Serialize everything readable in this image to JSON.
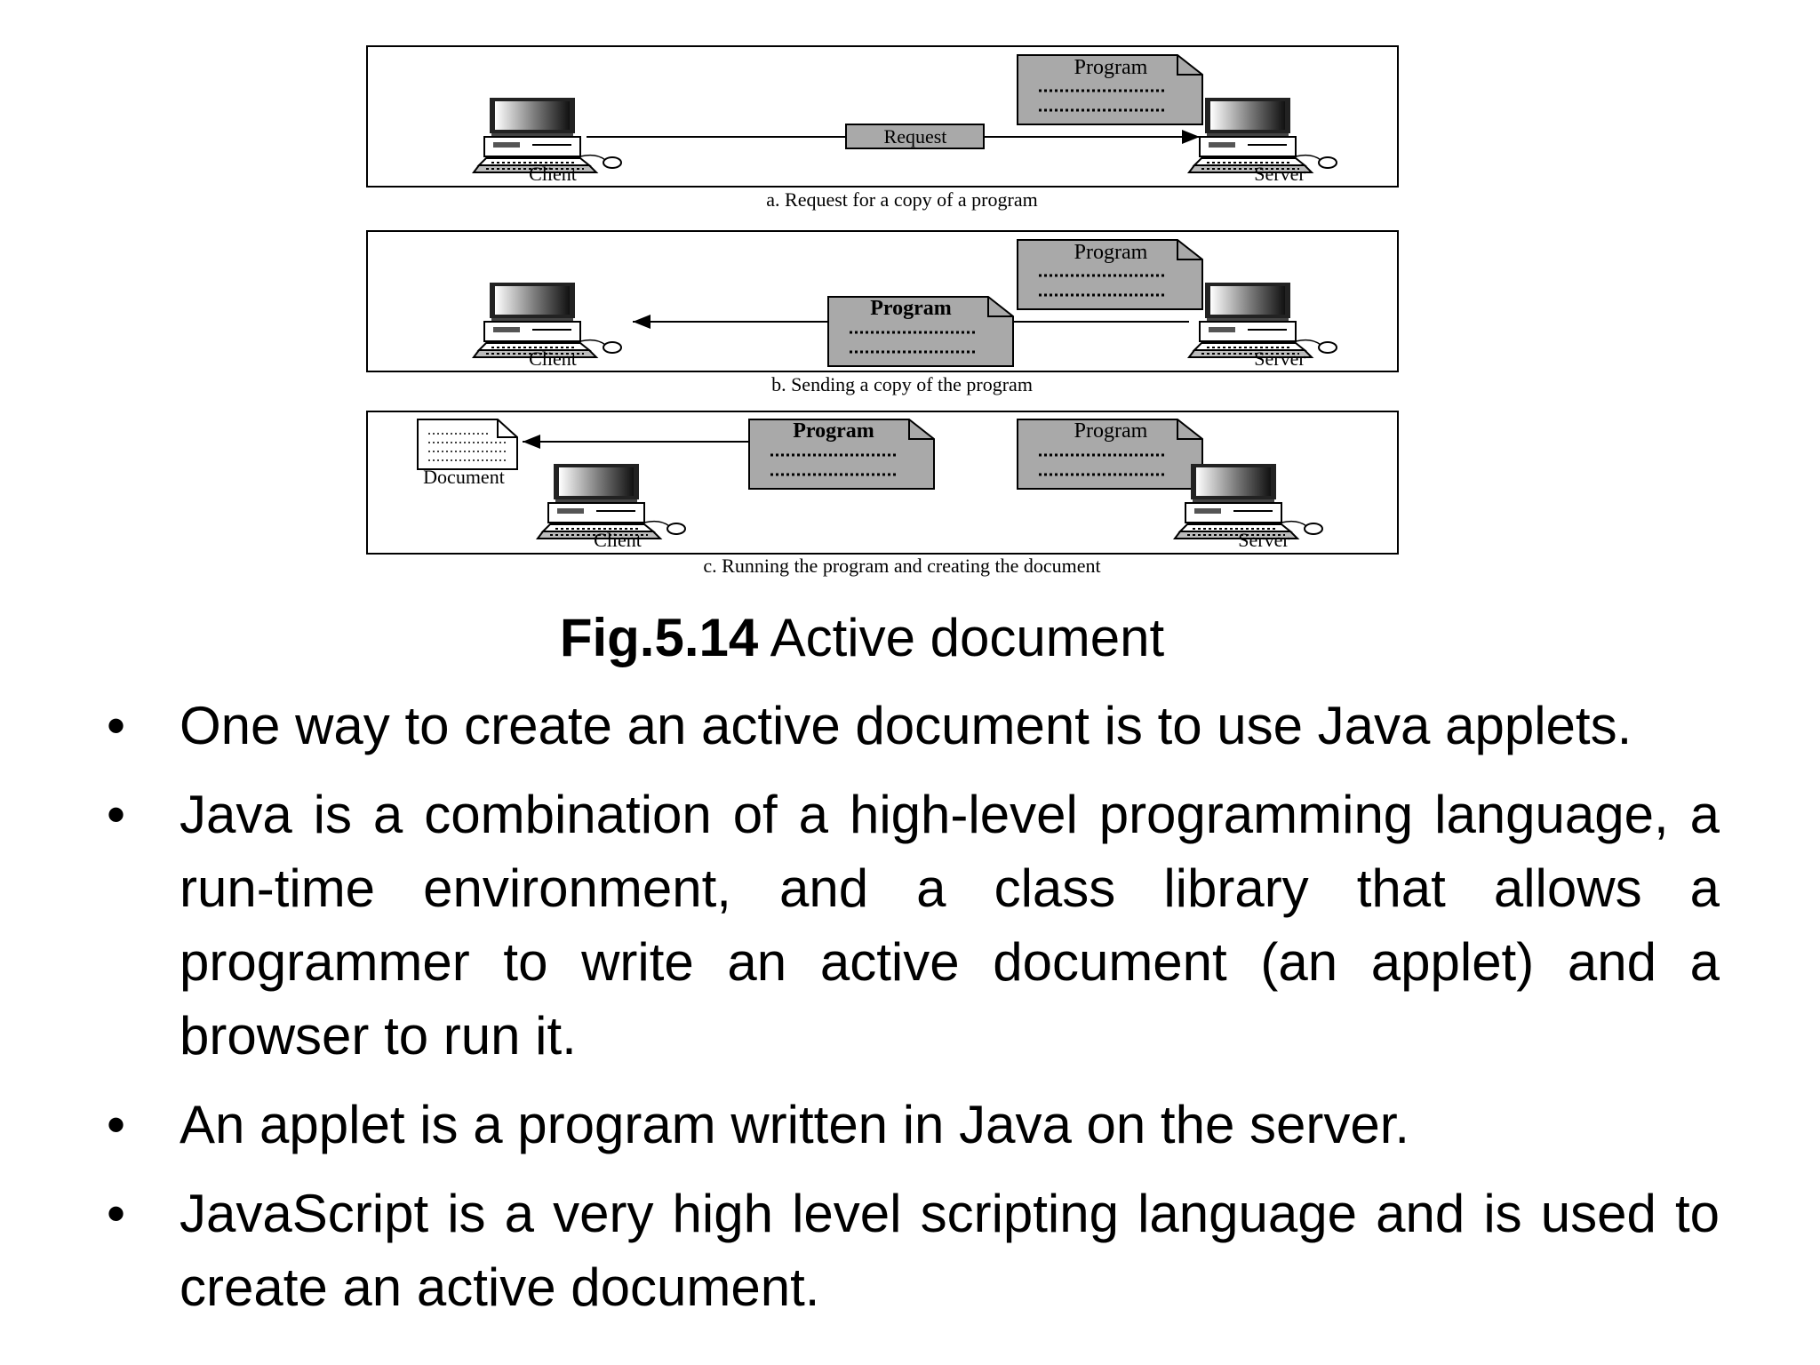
{
  "figure": {
    "panels": [
      {
        "caption": "a. Request for a copy of a program",
        "client_label": "Client",
        "server_label": "Server",
        "message_label": "Request",
        "server_doc_label": "Program"
      },
      {
        "caption": "b. Sending a copy of the program",
        "client_label": "Client",
        "server_label": "Server",
        "message_label": "Program",
        "server_doc_label": "Program"
      },
      {
        "caption": "c. Running the program and creating the document",
        "client_label": "Client",
        "server_label": "Server",
        "message_label": "Program",
        "server_doc_label": "Program",
        "document_label": "Document"
      }
    ],
    "caption_number": "Fig.5.14",
    "caption_text": "Active document"
  },
  "bullets": [
    "One way to create an active document is to use Java applets.",
    "Java is a combination of a high-level programming language, a run-time environment, and a class library that allows a programmer to write an active document (an applet) and a browser to run it.",
    "An applet is a program written in Java on the server.",
    "JavaScript is a very high level scripting language and is used to create an active document."
  ],
  "bullet_symbol": "•",
  "colors": {
    "doc_fill": "#a9a9a9",
    "text": "#000000",
    "background": "#ffffff"
  }
}
